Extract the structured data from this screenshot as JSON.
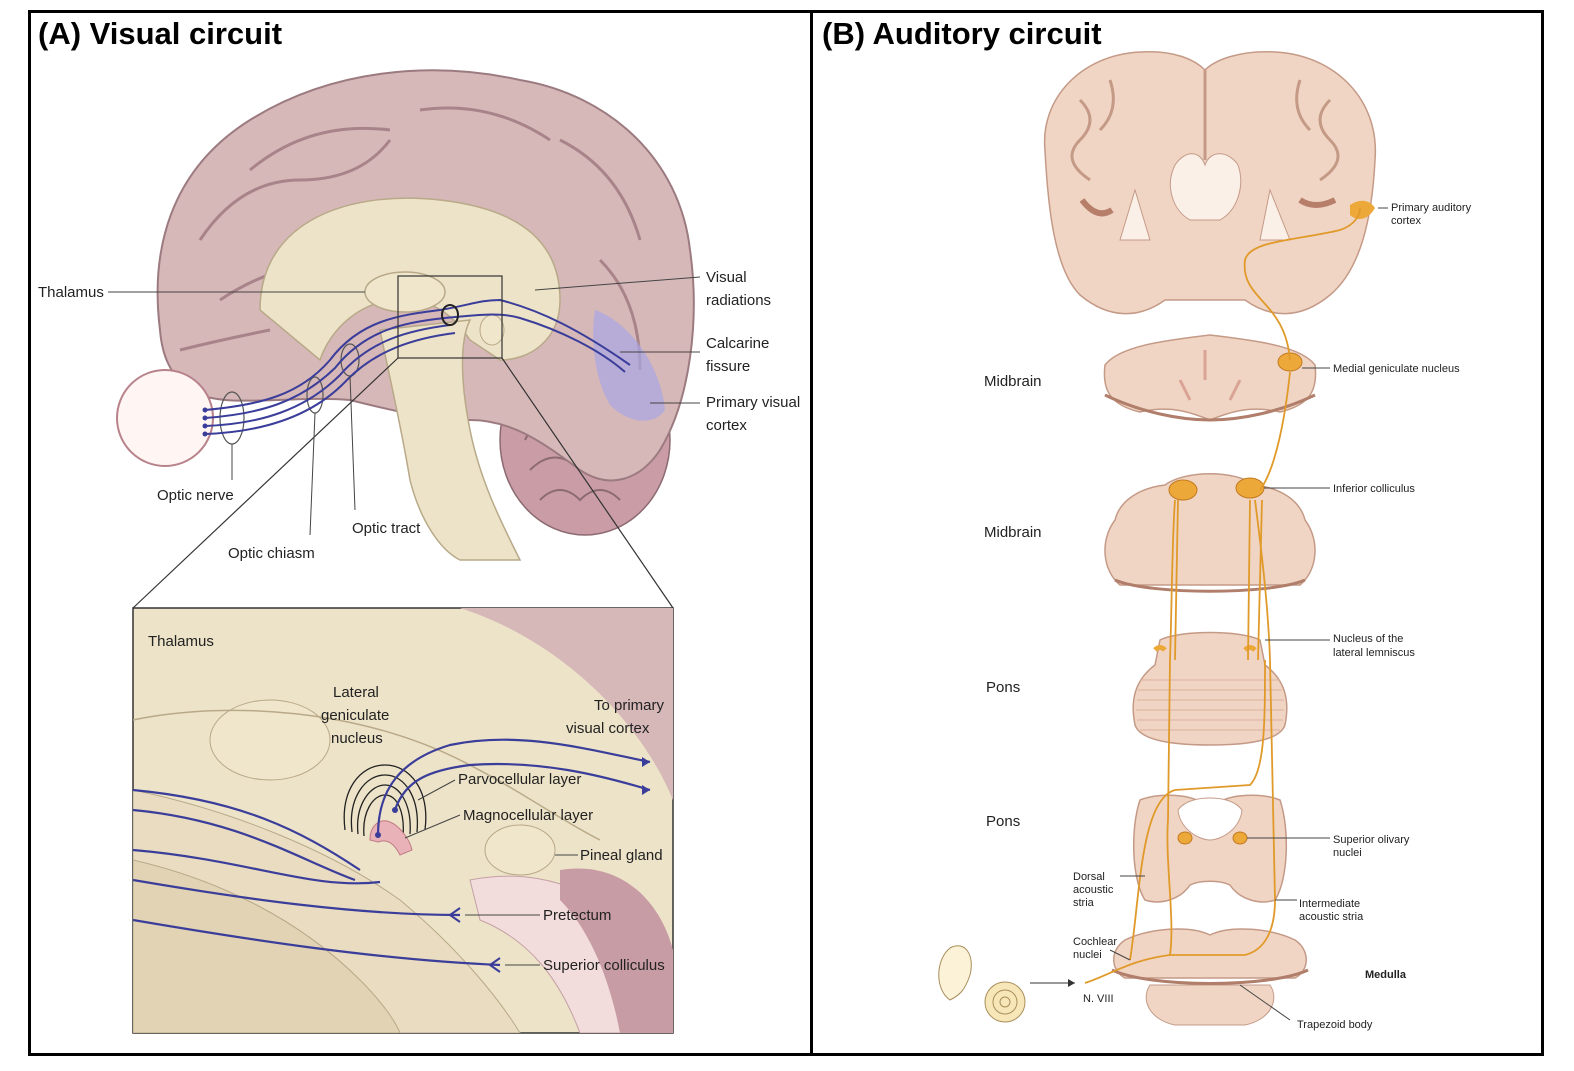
{
  "panel_a": {
    "title": "(A) Visual circuit",
    "labels": {
      "thalamus": "Thalamus",
      "visual_radiations_1": "Visual",
      "visual_radiations_2": "radiations",
      "calcarine_1": "Calcarine",
      "calcarine_2": "fissure",
      "primary_visual_1": "Primary visual",
      "primary_visual_2": "cortex",
      "optic_nerve": "Optic nerve",
      "optic_tract": "Optic tract",
      "optic_chiasm": "Optic chiasm"
    },
    "inset": {
      "thalamus": "Thalamus",
      "lgn_1": "Lateral",
      "lgn_2": "geniculate",
      "lgn_3": "nucleus",
      "to_cortex_1": "To primary",
      "to_cortex_2": "visual cortex",
      "parvocellular": "Parvocellular layer",
      "magnocellular": "Magnocellular layer",
      "pineal": "Pineal gland",
      "pretectum": "Pretectum",
      "superior_colliculus": "Superior colliculus"
    }
  },
  "panel_b": {
    "title": "(B) Auditory circuit",
    "labels": {
      "primary_auditory_1": "Primary auditory",
      "primary_auditory_2": "cortex",
      "midbrain_1": "Midbrain",
      "medial_geniculate": "Medial geniculate nucleus",
      "midbrain_2": "Midbrain",
      "inferior_colliculus": "Inferior colliculus",
      "pons_1": "Pons",
      "lateral_lemniscus_1": "Nucleus of the",
      "lateral_lemniscus_2": "lateral lemniscus",
      "pons_2": "Pons",
      "superior_olivary_1": "Superior olivary",
      "superior_olivary_2": "nuclei",
      "dorsal_1": "Dorsal",
      "dorsal_2": "acoustic",
      "dorsal_3": "stria",
      "intermediate_1": "Intermediate",
      "intermediate_2": "acoustic stria",
      "cochlear_1": "Cochlear",
      "cochlear_2": "nuclei",
      "medulla": "Medulla",
      "n_viii": "N. VIII",
      "trapezoid": "Trapezoid body"
    }
  },
  "colors": {
    "brain": "#d7b8b8",
    "brain_dark": "#b48f93",
    "inner": "#ede3c8",
    "pathway_blue": "#3a3d9a",
    "visual_cortex": "#a9a7e6",
    "section": "#f1d5c4",
    "section_edge": "#c49a87",
    "pathway_orange": "#e09a2a",
    "nucleus": "#eda83a"
  }
}
